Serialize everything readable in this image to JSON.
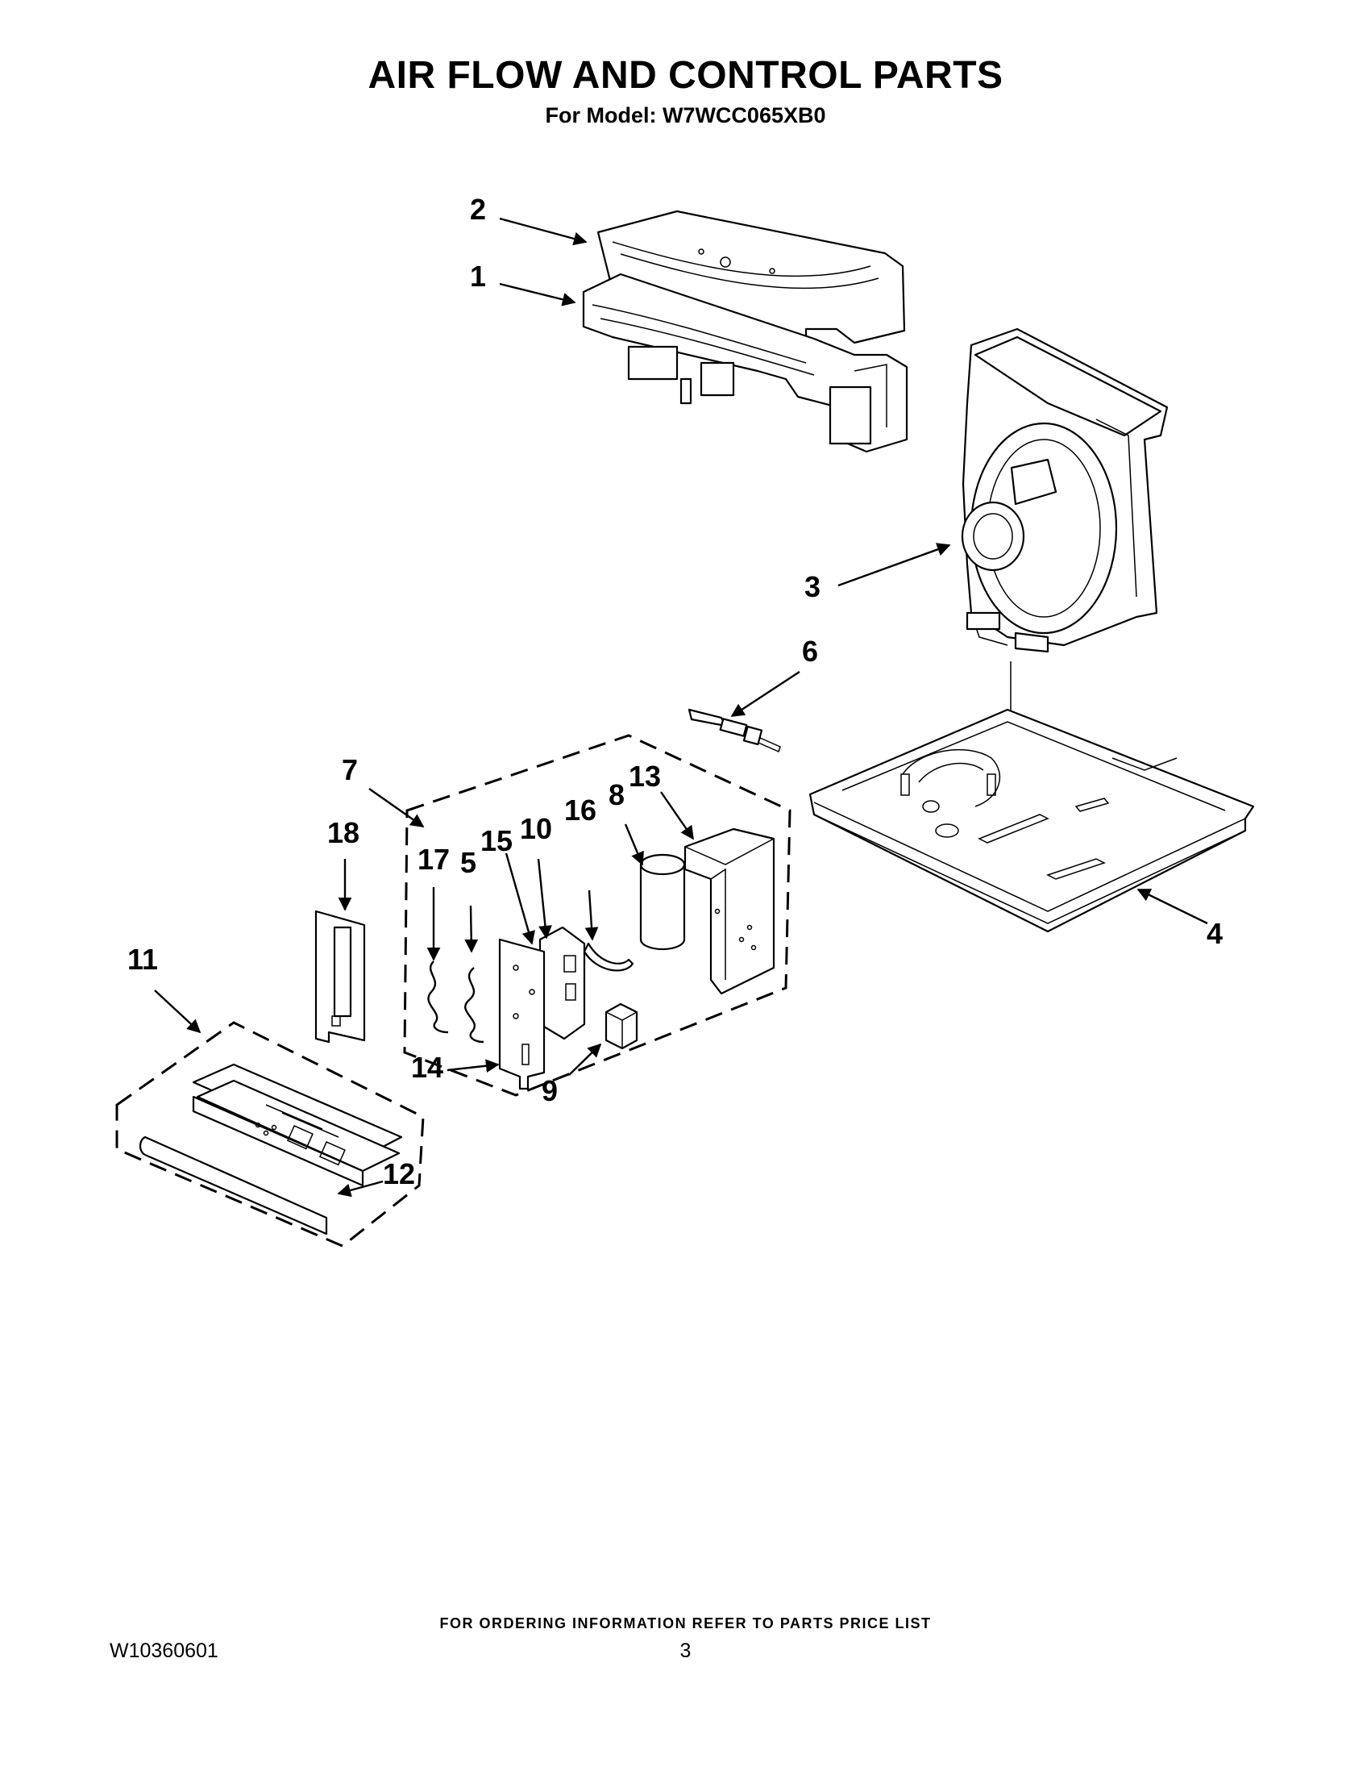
{
  "header": {
    "title": "AIR FLOW AND CONTROL PARTS",
    "subtitle": "For Model: W7WCC065XB0"
  },
  "callouts": {
    "c1": "1",
    "c2": "2",
    "c3": "3",
    "c4": "4",
    "c5": "5",
    "c6": "6",
    "c7": "7",
    "c8": "8",
    "c9": "9",
    "c10": "10",
    "c11": "11",
    "c12": "12",
    "c13": "13",
    "c14": "14",
    "c15": "15",
    "c16": "16",
    "c17": "17",
    "c18": "18"
  },
  "footer": {
    "note": "FOR ORDERING INFORMATION REFER TO PARTS PRICE LIST",
    "doc_number": "W10360601",
    "page": "3"
  }
}
